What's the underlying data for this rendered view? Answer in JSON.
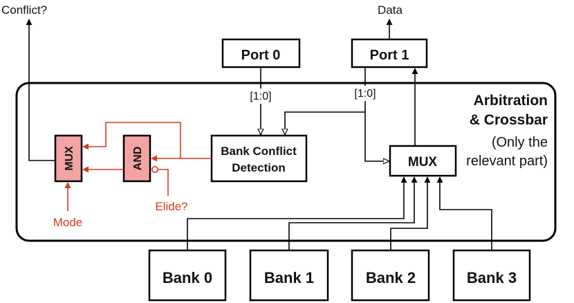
{
  "labels": {
    "conflict": "Conflict?",
    "data": "Data",
    "port0": "Port 0",
    "port1": "Port 1",
    "sel0": "[1:0]",
    "sel1": "[1:0]",
    "arbitration_line1": "Arbitration",
    "arbitration_line2": "& Crossbar",
    "note_line1": "(Only the",
    "note_line2": "relevant part)",
    "bcd_line1": "Bank Conflict",
    "bcd_line2": "Detection",
    "mux_main": "MUX",
    "mux_small": "MUX",
    "and_gate": "AND",
    "elide": "Elide?",
    "mode": "Mode",
    "bank0": "Bank 0",
    "bank1": "Bank 1",
    "bank2": "Bank 2",
    "bank3": "Bank 3"
  },
  "colors": {
    "accent_red": "#d33a1a",
    "gate_fill": "#f2a3a3"
  }
}
